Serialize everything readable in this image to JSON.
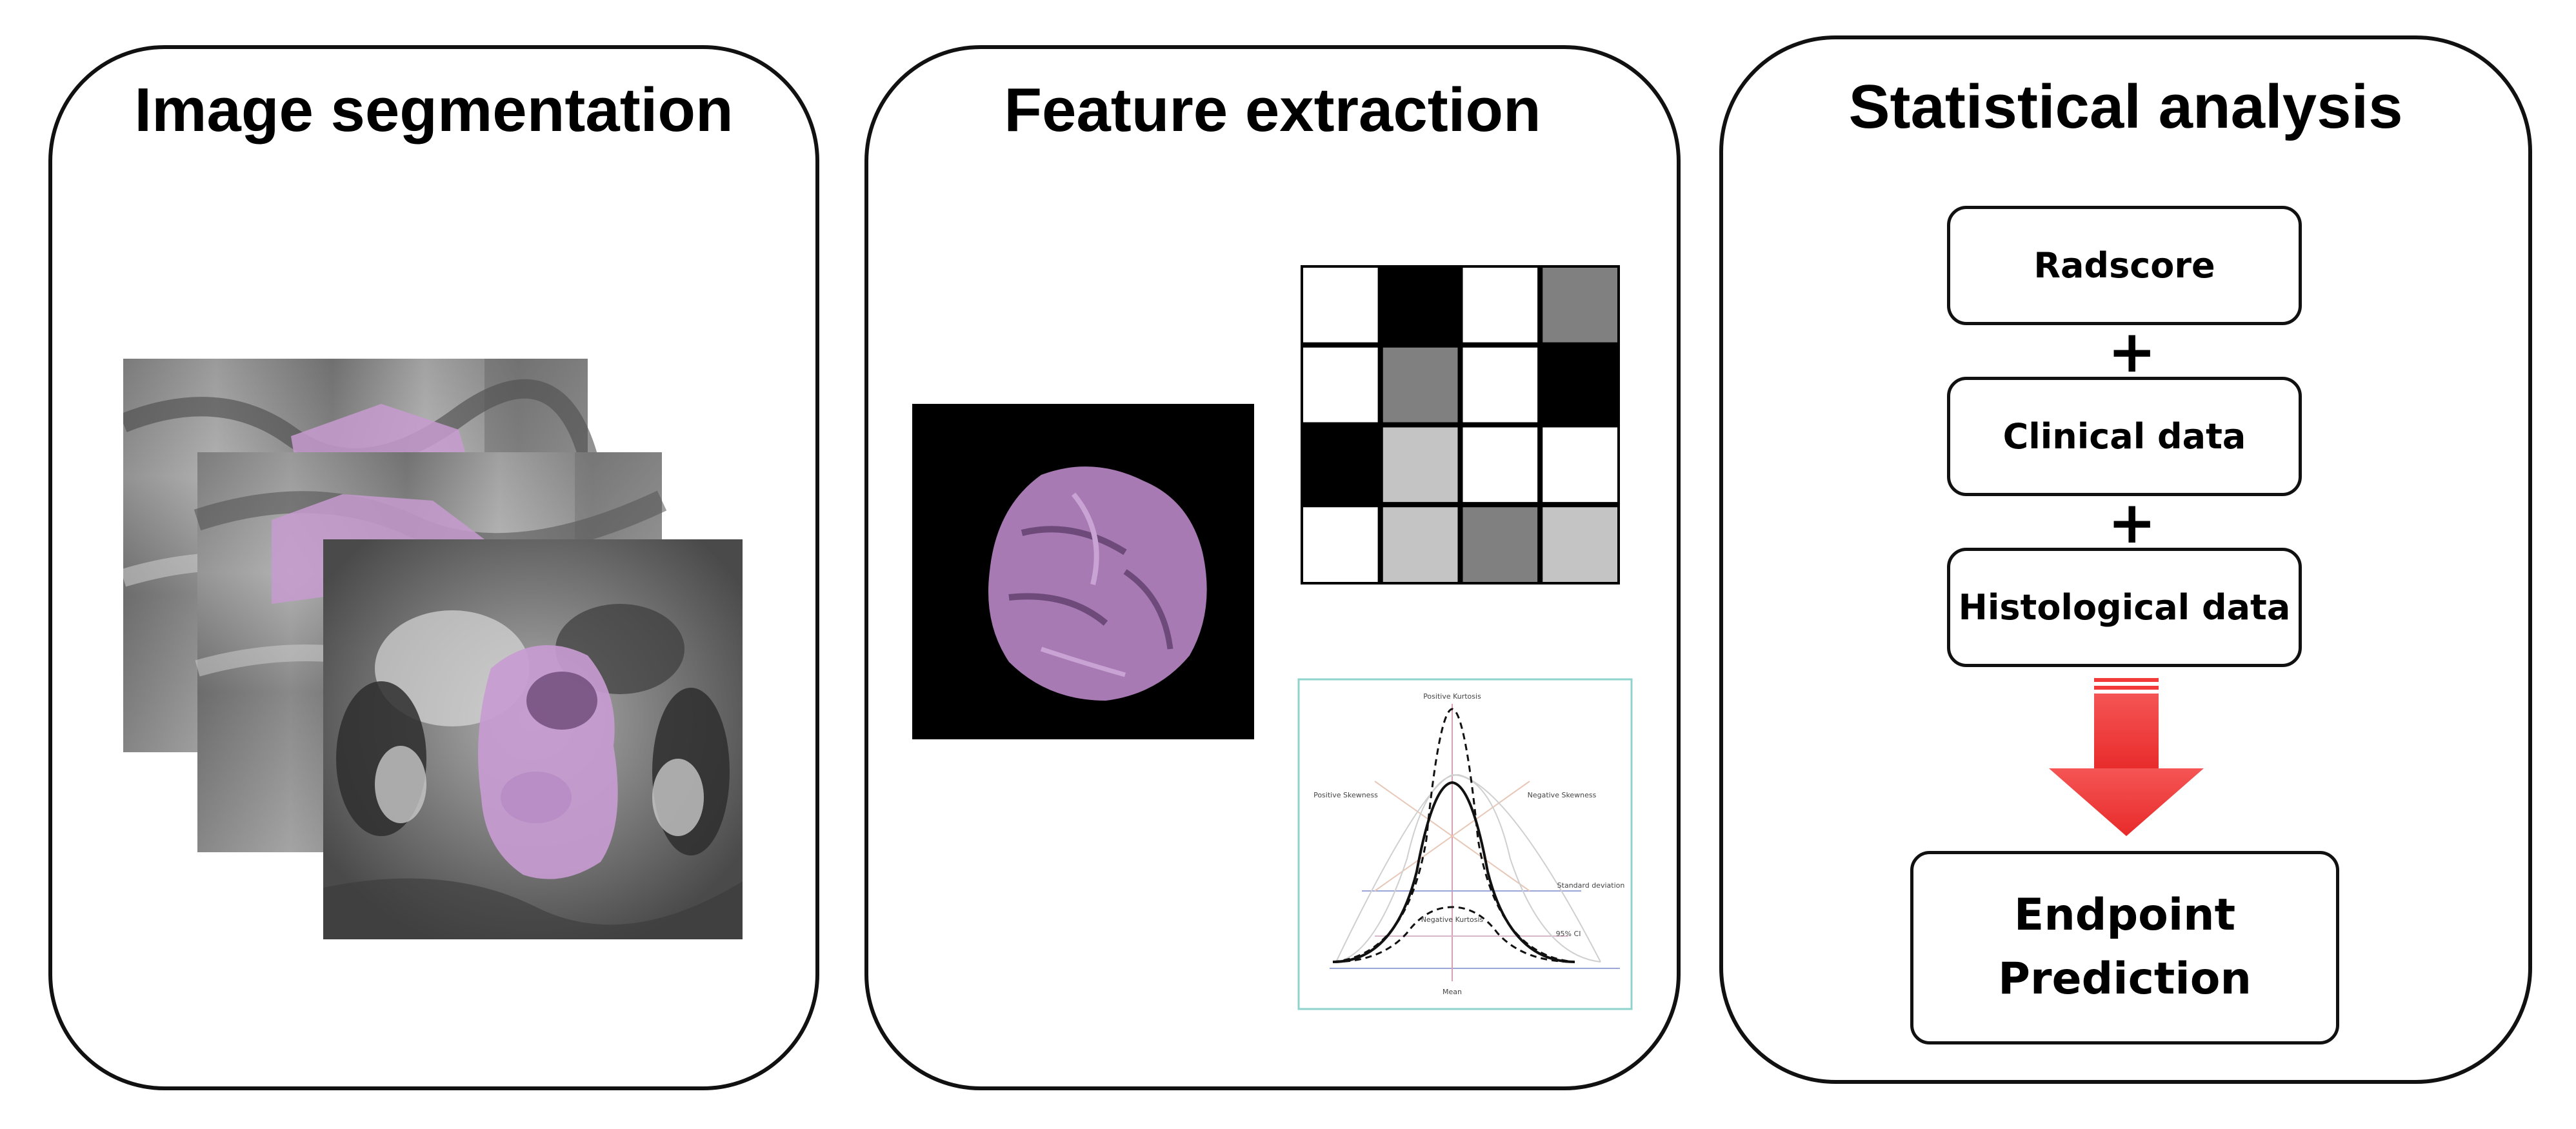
{
  "panels": {
    "segmentation": {
      "title": "Image segmentation"
    },
    "features": {
      "title": "Feature extraction",
      "texture_matrix": [
        [
          "white",
          "black",
          "white",
          "gray"
        ],
        [
          "white",
          "gray",
          "white",
          "black"
        ],
        [
          "black",
          "light",
          "white",
          "white"
        ],
        [
          "white",
          "light",
          "gray",
          "light"
        ]
      ],
      "distribution_labels": {
        "positive_kurtosis": "Positive Kurtosis",
        "positive_skewness": "Positive Skewness",
        "negative_skewness": "Negative Skewness",
        "standard_deviation": "Standard deviation",
        "negative_kurtosis": "Negative Kurtosis",
        "ci": "95% CI",
        "mean": "Mean"
      }
    },
    "statistics": {
      "title": "Statistical analysis",
      "boxes": {
        "radscore": "Radscore",
        "clinical": "Clinical data",
        "histological": "Histological data"
      },
      "plus": "+",
      "endpoint_line1": "Endpoint",
      "endpoint_line2": "Prediction"
    }
  },
  "colors": {
    "segmentation_overlay": "#c79bd0",
    "tumor_volume": "#a87ab4",
    "arrow": "#f23a3a",
    "texture_white": "#ffffff",
    "texture_black": "#000000",
    "texture_gray": "#808080",
    "texture_light": "#c4c4c4",
    "distribution_frame": "#8fd4cc"
  }
}
